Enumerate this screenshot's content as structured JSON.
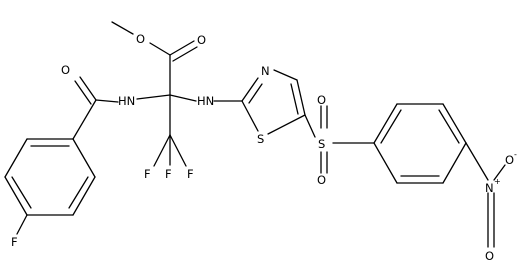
{
  "molecule": {
    "atoms": {
      "ester_o_methyl": "O",
      "ester_o_carbonyl": "O",
      "amide_o": "O",
      "amide_nh": "HN",
      "amine_nh": "HN",
      "thiazole_n": "N",
      "thiazole_s": "S",
      "sulfonyl_s": "S",
      "sulfonyl_o_top": "O",
      "sulfonyl_o_bottom": "O",
      "f_left": "F",
      "f_mid": "F",
      "f_right": "F",
      "f_ring": "F",
      "nitro_n": "N",
      "nitro_n_charge": "+",
      "nitro_o_top": "O",
      "nitro_o_top_charge": "-",
      "nitro_o_bottom": "O"
    }
  }
}
